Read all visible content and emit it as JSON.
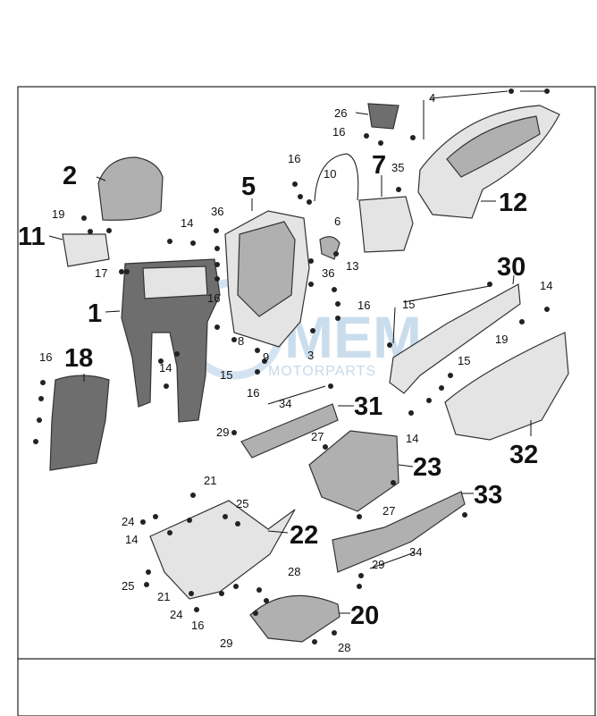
{
  "watermark": {
    "main": "MEM",
    "sub": "MOTORPARTS",
    "color": "#9fc2df"
  },
  "callouts": {
    "c1": "1",
    "c2": "2",
    "c3": "3",
    "c4": "4",
    "c5": "5",
    "c6": "6",
    "c7": "7",
    "c8": "8",
    "c9": "9",
    "c10": "10",
    "c11": "11",
    "c12": "12",
    "c13": "13",
    "c14": "14",
    "c15": "15",
    "c16": "16",
    "c17": "17",
    "c18": "18",
    "c19": "19",
    "c20": "20",
    "c21": "21",
    "c22": "22",
    "c23": "23",
    "c24": "24",
    "c25": "25",
    "c26": "26",
    "c27": "27",
    "c28": "28",
    "c29": "29",
    "c30": "30",
    "c31": "31",
    "c32": "32",
    "c33": "33",
    "c34": "34",
    "c35": "35",
    "c36": "36"
  }
}
